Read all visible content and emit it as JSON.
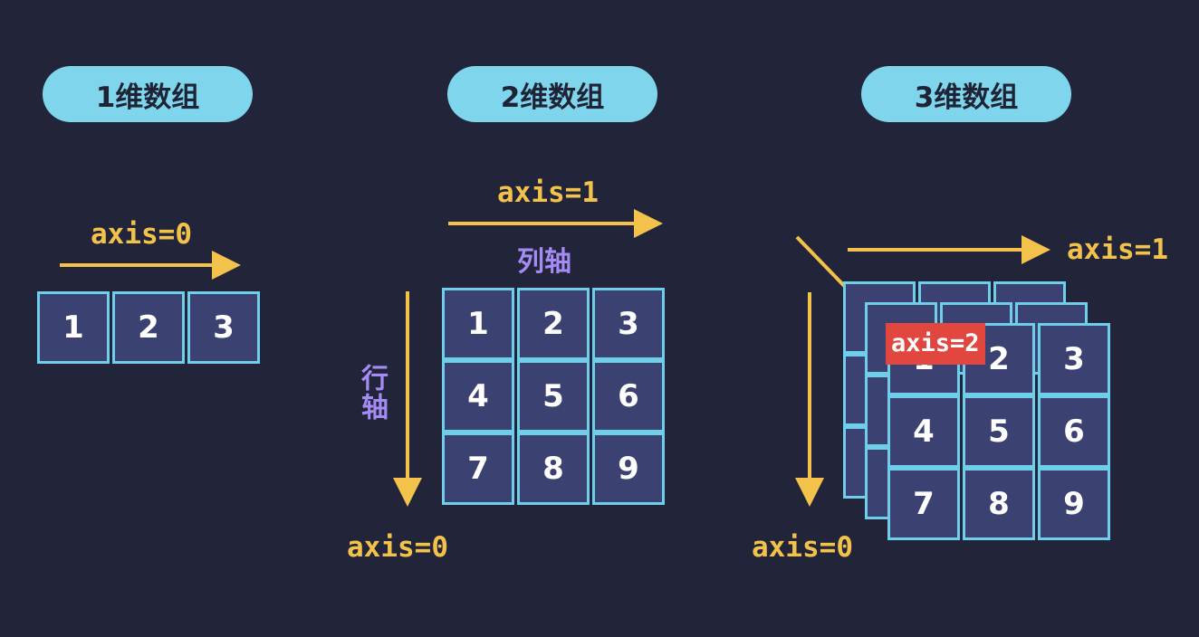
{
  "panels": {
    "one_d": {
      "title": "1维数组",
      "axis0": "axis=0",
      "cells": [
        "1",
        "2",
        "3"
      ]
    },
    "two_d": {
      "title": "2维数组",
      "axis1": "axis=1",
      "axis0": "axis=0",
      "col_axis_name": "列轴",
      "row_axis_name": "行轴",
      "cells": [
        "1",
        "2",
        "3",
        "4",
        "5",
        "6",
        "7",
        "8",
        "9"
      ]
    },
    "three_d": {
      "title": "3维数组",
      "axis1": "axis=1",
      "axis0": "axis=0",
      "axis2": "axis=2",
      "cells": [
        "1",
        "2",
        "3",
        "4",
        "5",
        "6",
        "7",
        "8",
        "9"
      ]
    }
  },
  "colors": {
    "background": "#22243a",
    "pill": "#7fd6ec",
    "arrow": "#f3c24a",
    "axis_name": "#a58cf5",
    "cell_fill": "#3b4171",
    "cell_border": "#6fcfea",
    "badge": "#e2473f"
  }
}
